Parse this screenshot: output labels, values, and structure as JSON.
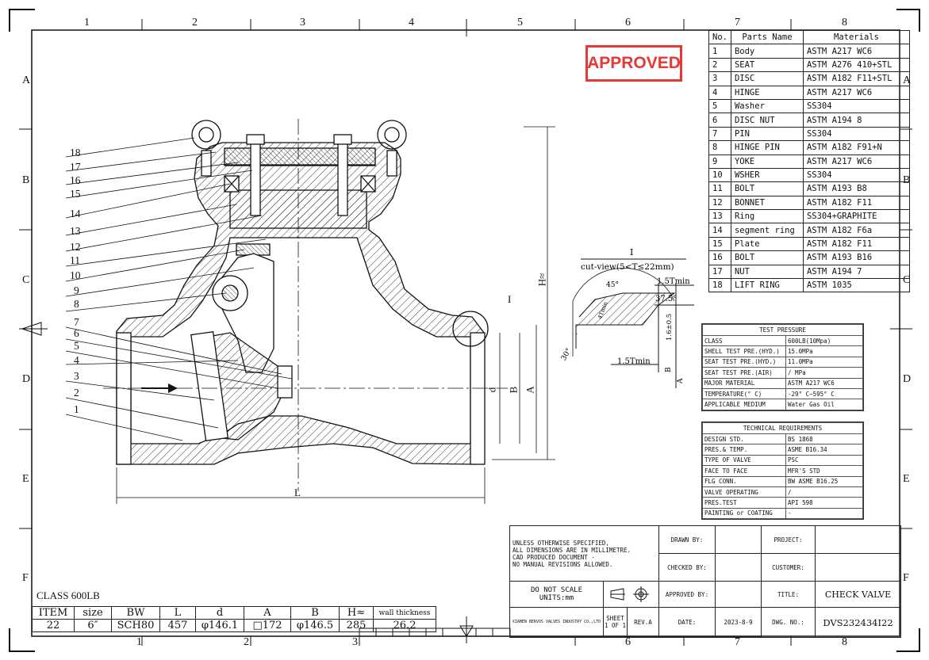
{
  "zones": {
    "columns": [
      "1",
      "2",
      "3",
      "4",
      "5",
      "6",
      "7",
      "8"
    ],
    "rows": [
      "A",
      "B",
      "C",
      "D",
      "E",
      "F"
    ]
  },
  "stamp": "APPROVED",
  "parts_table": {
    "headers": [
      "No.",
      "Parts Name",
      "Materials"
    ],
    "rows": [
      [
        "1",
        "Body",
        "ASTM A217 WC6"
      ],
      [
        "2",
        "SEAT",
        "ASTM A276 410+STL"
      ],
      [
        "3",
        "DISC",
        "ASTM A182 F11+STL"
      ],
      [
        "4",
        "HINGE",
        "ASTM A217 WC6"
      ],
      [
        "5",
        "Washer",
        "SS304"
      ],
      [
        "6",
        "DISC NUT",
        "ASTM A194 8"
      ],
      [
        "7",
        "PIN",
        "SS304"
      ],
      [
        "8",
        "HINGE PIN",
        "ASTM A182 F91+N"
      ],
      [
        "9",
        "YOKE",
        "ASTM A217 WC6"
      ],
      [
        "10",
        "WSHER",
        "SS304"
      ],
      [
        "11",
        "BOLT",
        "ASTM A193 B8"
      ],
      [
        "12",
        "BONNET",
        "ASTM A182 F11"
      ],
      [
        "13",
        "Ring",
        "SS304+GRAPHITE"
      ],
      [
        "14",
        "segment ring",
        "ASTM A182 F6a"
      ],
      [
        "15",
        "Plate",
        "ASTM A182 F11"
      ],
      [
        "16",
        "BOLT",
        "ASTM A193 B16"
      ],
      [
        "17",
        "NUT",
        "ASTM A194 7"
      ],
      [
        "18",
        "LIFT RING",
        "ASTM 1035"
      ]
    ]
  },
  "balloons": [
    "18",
    "17",
    "16",
    "15",
    "14",
    "13",
    "12",
    "11",
    "10",
    "9",
    "8",
    "7",
    "6",
    "5",
    "4",
    "3",
    "2",
    "1"
  ],
  "cutview": {
    "label": "I",
    "caption": "cut-view(5<T≤22mm)",
    "dims": [
      "1.5Tmin",
      "37.5°",
      "45°",
      "1.5Tmin",
      "30°",
      "1.6±0.5",
      "B",
      "A",
      "4Tmin"
    ]
  },
  "section_labels": {
    "h": "H≈",
    "l": "L",
    "d": "d",
    "b": "B",
    "a": "A",
    "detail": "I"
  },
  "test_pressure": {
    "title": "TEST PRESSURE",
    "rows": [
      [
        "CLASS",
        "600LB(10Mpa)"
      ],
      [
        "SHELL TEST PRE.(HYD.)",
        "15.0MPa"
      ],
      [
        "SEAT TEST PRE.(HYD.)",
        "11.0MPa"
      ],
      [
        "SEAT TEST PRE.(AIR)",
        "/  MPa"
      ],
      [
        "MAJOR MATERIAL",
        "ASTM A217 WC6"
      ],
      [
        "TEMPERATURE(° C)",
        "-29° C~595° C"
      ],
      [
        "APPLICABLE MEDIUM",
        "Water Gas  Oil"
      ]
    ]
  },
  "tech_req": {
    "title": "TECHNICAL REQUIREMENTS",
    "rows": [
      [
        "DESIGN STD.",
        "BS 1868"
      ],
      [
        "PRES.& TEMP.",
        "ASME B16.34"
      ],
      [
        "TYPE OF VALVE",
        "PSC"
      ],
      [
        "FACE TO FACE",
        "MFR'S STD"
      ],
      [
        "FLG CONN.",
        "BW ASME B16.25"
      ],
      [
        "VALVE OPERATING",
        "/"
      ],
      [
        "PRES.TEST",
        "API 598"
      ],
      [
        "PAINTING or COATING",
        "-"
      ]
    ]
  },
  "dims_table": {
    "class": "CLASS 600LB",
    "headers": [
      "ITEM",
      "size",
      "BW",
      "L",
      "d",
      "A",
      "B",
      "H≈",
      "wall thickness"
    ],
    "values": [
      "22",
      "6″",
      "SCH80",
      "457",
      "φ146.1",
      "□172",
      "φ146.5",
      "285",
      "26.2"
    ]
  },
  "title_block": {
    "notes": [
      "UNLESS OTHERWISE SPECIFIED,",
      "ALL DIMENSIONS ARE IN MILLIMETRE.",
      "CAD PRODUCED DOCUMENT -",
      "NO MANUAL REVISIONS ALLOWED."
    ],
    "do_not_scale": "DO NOT SCALE",
    "units": "UNITS:mm",
    "company": "XIAMEN BERVOS VALVES INDUSTRY CO.,LTD",
    "sheet_label": "SHEET",
    "sheet": "1 OF 1",
    "rev": "REV.A",
    "drawn_by": "DRAWN BY:",
    "checked_by": "CHECKED BY:",
    "approved_by": "APPROVED BY:",
    "date_label": "DATE:",
    "date": "2023-8-9",
    "project_label": "PROJECT:",
    "customer_label": "CUSTOMER:",
    "title_label": "TITLE:",
    "title": "CHECK VALVE",
    "dwg_label": "DWG. NO.:",
    "dwg_no": "DVS232434I22"
  }
}
